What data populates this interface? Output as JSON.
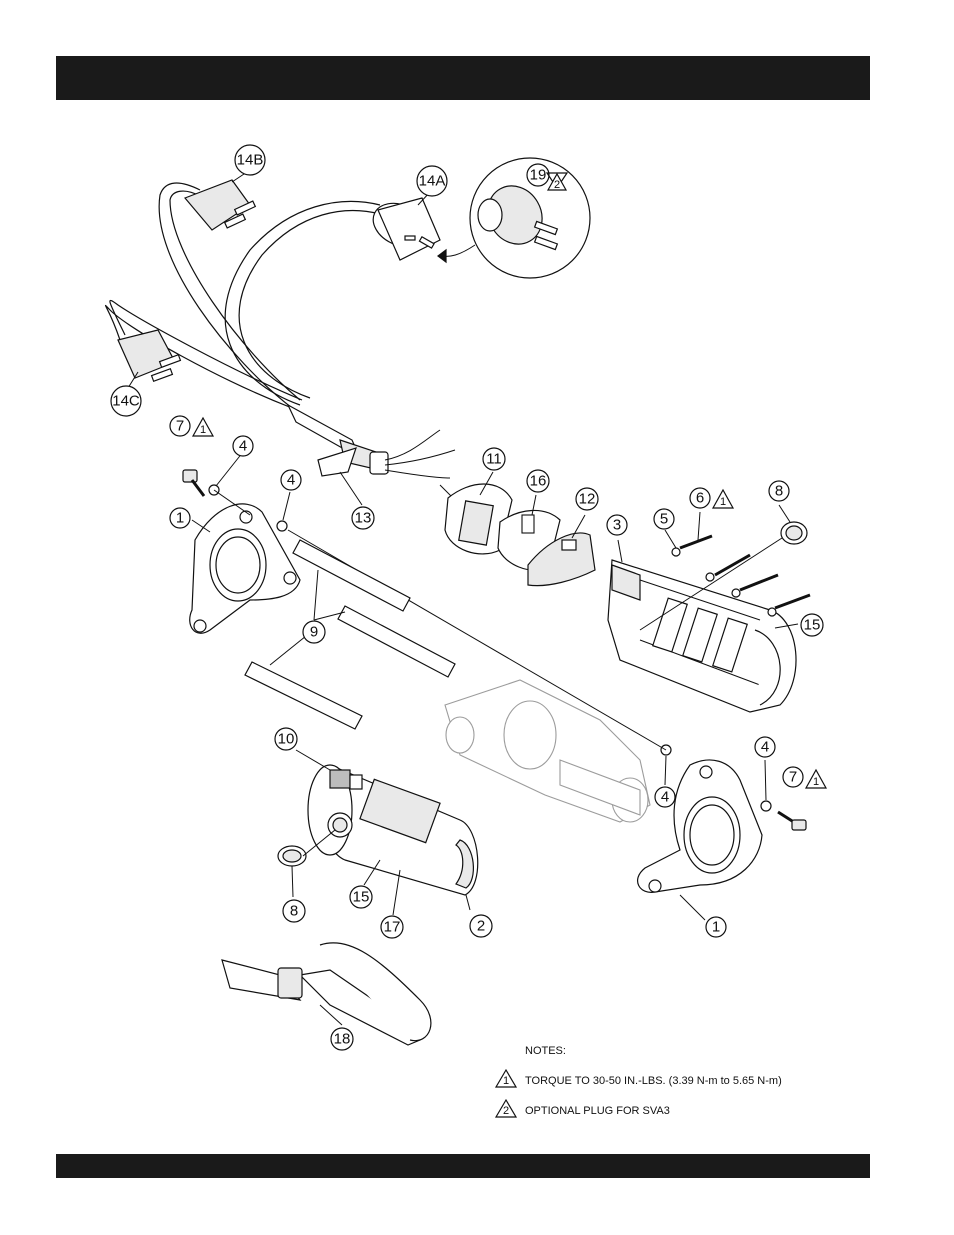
{
  "callouts": {
    "c14B": "14B",
    "c14A": "14A",
    "c19": "19",
    "c14C": "14C",
    "c7a": "7",
    "c4a": "4",
    "c4b": "4",
    "c1a": "1",
    "c13": "13",
    "c11": "11",
    "c16": "16",
    "c12": "12",
    "c3": "3",
    "c5": "5",
    "c6": "6",
    "c8a": "8",
    "c15a": "15",
    "c9": "9",
    "c10": "10",
    "c4c": "4",
    "c4d": "4",
    "c7b": "7",
    "c8b": "8",
    "c15b": "15",
    "c17": "17",
    "c2": "2",
    "c1b": "1",
    "c18": "18"
  },
  "triangles": {
    "t19": "2",
    "t7a": "1",
    "t6": "1",
    "t7b": "1"
  },
  "notes": {
    "heading": "NOTES:",
    "items": [
      {
        "marker": "1",
        "text": "TORQUE TO 30-50 IN.-LBS. (3.39 N-m to 5.65 N-m)"
      },
      {
        "marker": "2",
        "text": "OPTIONAL PLUG FOR SVA3"
      }
    ]
  }
}
